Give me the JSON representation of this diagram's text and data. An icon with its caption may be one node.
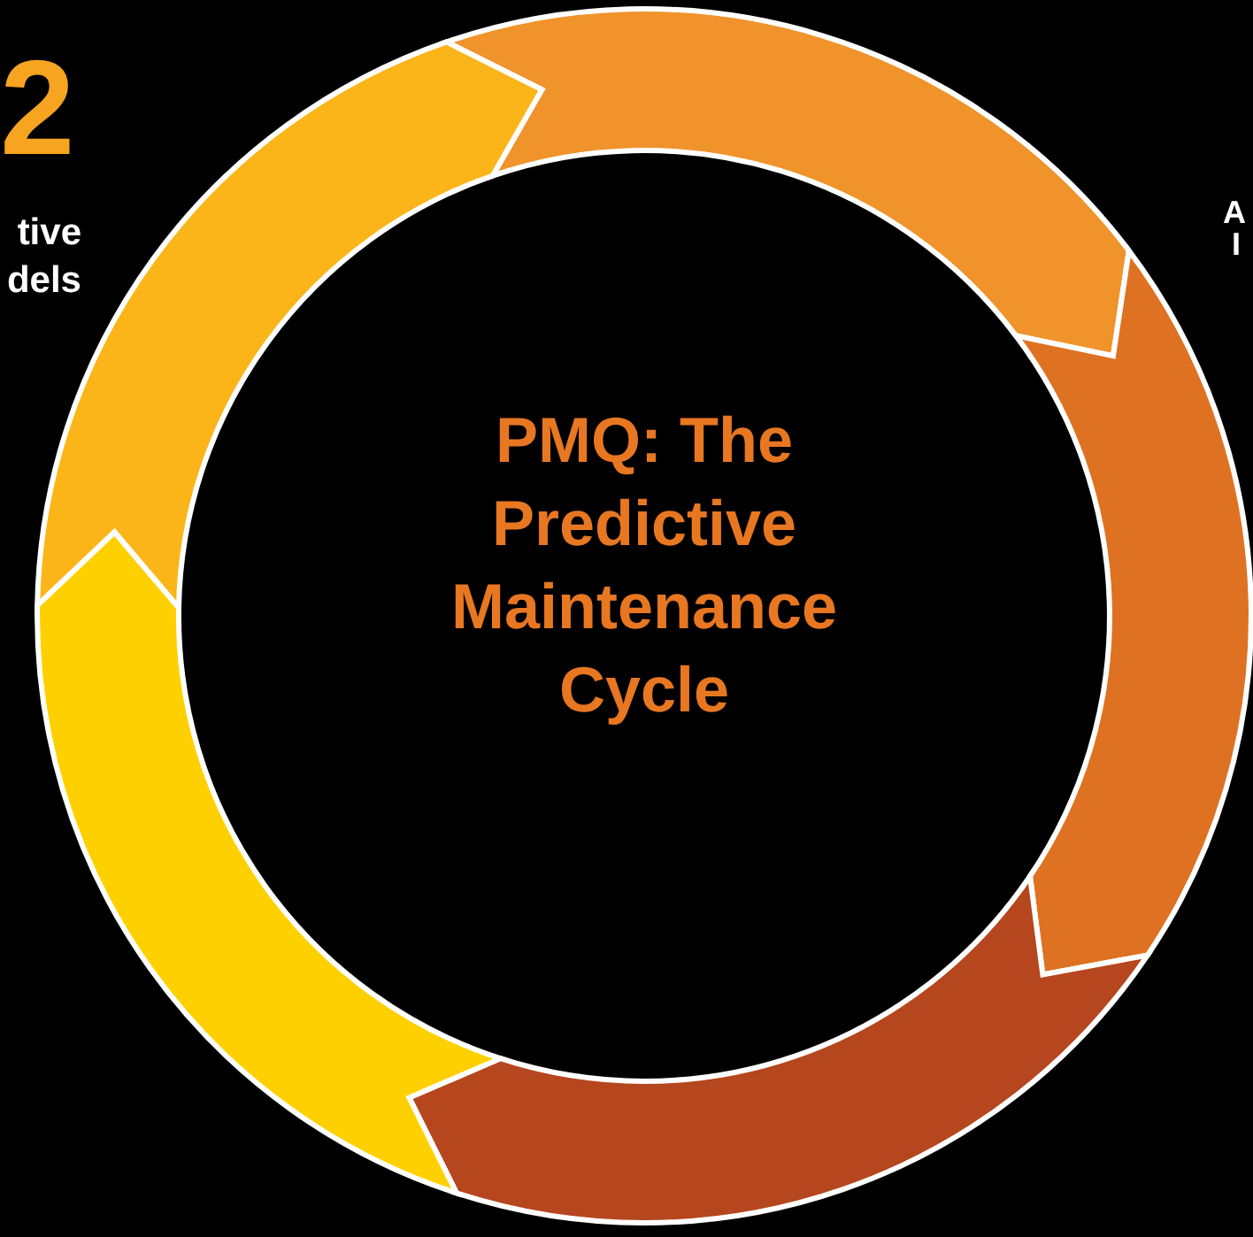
{
  "diagram": {
    "title": "PMQ: The Predictive Maintenance Cycle",
    "nodes": [
      {
        "text": [],
        "shape": "arrow"
      },
      {
        "text": [],
        "shape": "arrow"
      },
      {
        "text": [],
        "shape": "arrow"
      },
      {
        "text": [],
        "shape": "arrow"
      },
      {
        "text": [],
        "shape": "arrow"
      }
    ],
    "labels": [
      "2",
      "tive dels",
      "A",
      "I"
    ]
  }
}
